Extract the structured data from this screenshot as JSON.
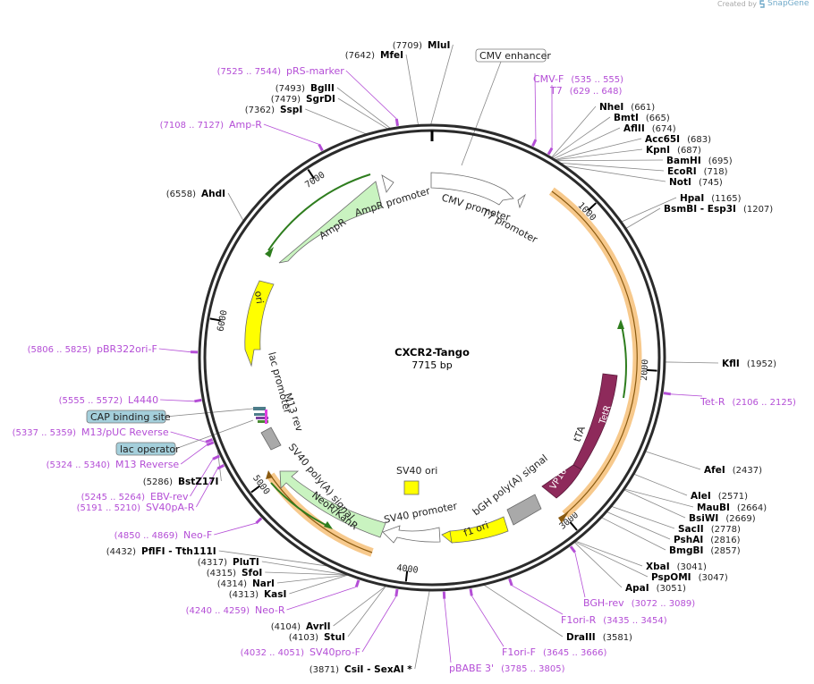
{
  "brand": {
    "created_by": "Created by",
    "name": "SnapGene"
  },
  "plasmid": {
    "name": "CXCR2-Tango",
    "size": "7715 bp",
    "length": 7715
  },
  "ticks": [
    {
      "label": "1000",
      "pos": 1000
    },
    {
      "label": "2000",
      "pos": 2000
    },
    {
      "label": "3000",
      "pos": 3000
    },
    {
      "label": "4000",
      "pos": 4000
    },
    {
      "label": "5000",
      "pos": 5000
    },
    {
      "label": "6000",
      "pos": 6000
    },
    {
      "label": "7000",
      "pos": 7000
    }
  ],
  "features": [
    {
      "name": "CMV enhancer",
      "start": 8,
      "end": 387,
      "color": "#ffffff",
      "box": true
    },
    {
      "name": "CMV promoter",
      "start": 388,
      "end": 591,
      "color": "#ffffff"
    },
    {
      "name": "T7 promoter",
      "start": 636,
      "end": 654,
      "color": "#ffffff"
    },
    {
      "name": "tTA",
      "start": 1000,
      "end": 3020,
      "color": "#f5c68a"
    },
    {
      "name": "TetR",
      "start": 2230,
      "end": 2850,
      "color": "#8e2a5b"
    },
    {
      "name": "VP16 a...",
      "start": 2850,
      "end": 3000,
      "color": "#8e2a5b"
    },
    {
      "name": "bGH poly(A) signal",
      "start": 3130,
      "end": 3350,
      "color": "#a0a0a0"
    },
    {
      "name": "f1 ori",
      "start": 3400,
      "end": 3820,
      "color": "#ffff00"
    },
    {
      "name": "SV40 promoter",
      "start": 3840,
      "end": 4170,
      "color": "#ffffff"
    },
    {
      "name": "SV40 ori",
      "color": "#ffff00"
    },
    {
      "name": "NeoR/KanR",
      "start": 4240,
      "end": 5030,
      "color": "#c9f3c0"
    },
    {
      "name": "SV40 poly(A) signal",
      "start": 5190,
      "end": 5310,
      "color": "#a0a0a0"
    },
    {
      "name": "lac operator",
      "box": true,
      "color": "#a4cfdb"
    },
    {
      "name": "lac promoter",
      "color": "#ffffff"
    },
    {
      "name": "M13 rev",
      "color": "#ffffff"
    },
    {
      "name": "CAP binding site",
      "box": true,
      "color": "#a4cfdb"
    },
    {
      "name": "ori",
      "start": 5840,
      "end": 6420,
      "color": "#ffff00"
    },
    {
      "name": "AmpR",
      "start": 6590,
      "end": 7450,
      "color": "#c9f3c0"
    },
    {
      "name": "AmpR promoter",
      "start": 7450,
      "end": 7555,
      "color": "#ffffff"
    }
  ],
  "sites": [
    {
      "name": "MluI",
      "loc": "(7709)"
    },
    {
      "name": "MfeI",
      "loc": "(7642)"
    },
    {
      "name": "BglII",
      "loc": "(7493)"
    },
    {
      "name": "SgrDI",
      "loc": "(7479)"
    },
    {
      "name": "SspI",
      "loc": "(7362)"
    },
    {
      "name": "AhdI",
      "loc": "(6558)"
    },
    {
      "name": "NheI",
      "loc": "(661)"
    },
    {
      "name": "BmtI",
      "loc": "(665)"
    },
    {
      "name": "AflII",
      "loc": "(674)"
    },
    {
      "name": "Acc65I",
      "loc": "(683)"
    },
    {
      "name": "KpnI",
      "loc": "(687)"
    },
    {
      "name": "BamHI",
      "loc": "(695)"
    },
    {
      "name": "EcoRI",
      "loc": "(718)"
    },
    {
      "name": "NotI",
      "loc": "(745)"
    },
    {
      "name": "HpaI",
      "loc": "(1165)"
    },
    {
      "name": "BsmBI - Esp3I",
      "loc": "(1207)"
    },
    {
      "name": "KflI",
      "loc": "(1952)"
    },
    {
      "name": "AfeI",
      "loc": "(2437)"
    },
    {
      "name": "AleI",
      "loc": "(2571)"
    },
    {
      "name": "MauBI",
      "loc": "(2664)"
    },
    {
      "name": "BsiWI",
      "loc": "(2669)"
    },
    {
      "name": "SacII",
      "loc": "(2778)"
    },
    {
      "name": "PshAI",
      "loc": "(2816)"
    },
    {
      "name": "BmgBI",
      "loc": "(2857)"
    },
    {
      "name": "XbaI",
      "loc": "(3041)"
    },
    {
      "name": "PspOMI",
      "loc": "(3047)"
    },
    {
      "name": "ApaI",
      "loc": "(3051)"
    },
    {
      "name": "DraIII",
      "loc": "(3581)"
    },
    {
      "name": "CsiI - SexAI *",
      "loc": "(3871)"
    },
    {
      "name": "StuI",
      "loc": "(4103)"
    },
    {
      "name": "AvrII",
      "loc": "(4104)"
    },
    {
      "name": "KasI",
      "loc": "(4313)"
    },
    {
      "name": "NarI",
      "loc": "(4314)"
    },
    {
      "name": "SfoI",
      "loc": "(4315)"
    },
    {
      "name": "PluTI",
      "loc": "(4317)"
    },
    {
      "name": "PflFI - Tth111I",
      "loc": "(4432)"
    },
    {
      "name": "BstZ17I",
      "loc": "(5286)"
    }
  ],
  "primers": [
    {
      "name": "pRS-marker",
      "loc": "(7525 .. 7544)"
    },
    {
      "name": "Amp-R",
      "loc": "(7108 .. 7127)"
    },
    {
      "name": "CMV-F",
      "loc": "(535 .. 555)"
    },
    {
      "name": "T7",
      "loc": "(629 .. 648)"
    },
    {
      "name": "Tet-R",
      "loc": "(2106 .. 2125)"
    },
    {
      "name": "BGH-rev",
      "loc": "(3072 .. 3089)"
    },
    {
      "name": "F1ori-R",
      "loc": "(3435 .. 3454)"
    },
    {
      "name": "F1ori-F",
      "loc": "(3645 .. 3666)"
    },
    {
      "name": "pBABE 3'",
      "loc": "(3785 .. 3805)"
    },
    {
      "name": "SV40pro-F",
      "loc": "(4032 .. 4051)"
    },
    {
      "name": "Neo-R",
      "loc": "(4240 .. 4259)"
    },
    {
      "name": "Neo-F",
      "loc": "(4850 .. 4869)"
    },
    {
      "name": "SV40pA-R",
      "loc": "(5191 .. 5210)"
    },
    {
      "name": "EBV-rev",
      "loc": "(5245 .. 5264)"
    },
    {
      "name": "M13 Reverse",
      "loc": "(5324 .. 5340)"
    },
    {
      "name": "M13/pUC Reverse",
      "loc": "(5337 .. 5359)"
    },
    {
      "name": "L4440",
      "loc": "(5555 .. 5572)"
    },
    {
      "name": "pBR322ori-F",
      "loc": "(5806 .. 5825)"
    }
  ]
}
